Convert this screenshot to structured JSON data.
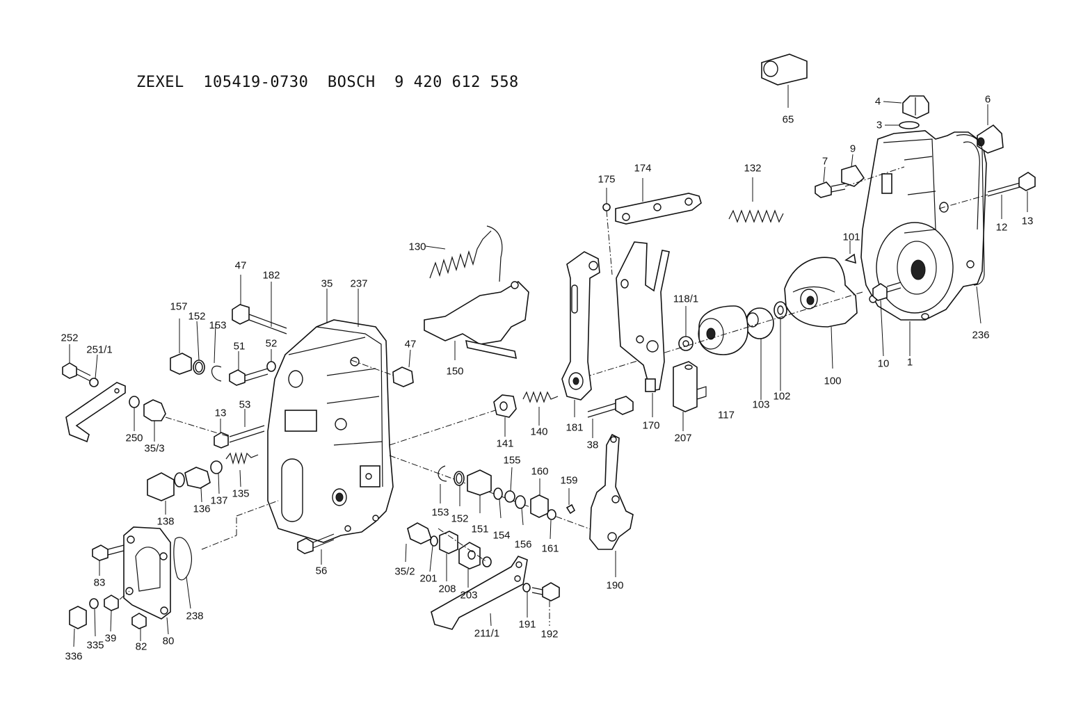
{
  "title": "ZEXEL  105419-0730  BOSCH  9 420 612 558",
  "part_labels": {
    "p65": "65",
    "p4": "4",
    "p3": "3",
    "p6": "6",
    "p9": "9",
    "p7": "7",
    "p174": "174",
    "p175": "175",
    "p132": "132",
    "p12": "12",
    "p13a": "13",
    "p101": "101",
    "p130": "130",
    "p47a": "47",
    "p182": "182",
    "p35": "35",
    "p237": "237",
    "p118_1": "118/1",
    "p157": "157",
    "p152a": "152",
    "p153a": "153",
    "p52": "52",
    "p51": "51",
    "p252": "252",
    "p251_1": "251/1",
    "p47b": "47",
    "p150": "150",
    "p10": "10",
    "p1": "1",
    "p236": "236",
    "p100": "100",
    "p102": "102",
    "p103": "103",
    "p117": "117",
    "p53": "53",
    "p13b": "13",
    "p250": "250",
    "p35_3": "35/3",
    "p141": "141",
    "p140": "140",
    "p181": "181",
    "p170": "170",
    "p207": "207",
    "p38": "38",
    "p155": "155",
    "p160": "160",
    "p159": "159",
    "p138": "138",
    "p136": "136",
    "p137": "137",
    "p135": "135",
    "p153b": "153",
    "p152b": "152",
    "p151": "151",
    "p154": "154",
    "p156": "156",
    "p161": "161",
    "p56": "56",
    "p83": "83",
    "p35_2": "35/2",
    "p201": "201",
    "p208": "208",
    "p203": "203",
    "p190": "190",
    "p238": "238",
    "p336": "336",
    "p335": "335",
    "p39": "39",
    "p82": "82",
    "p80": "80",
    "p211_1": "211/1",
    "p191": "191",
    "p192": "192"
  }
}
